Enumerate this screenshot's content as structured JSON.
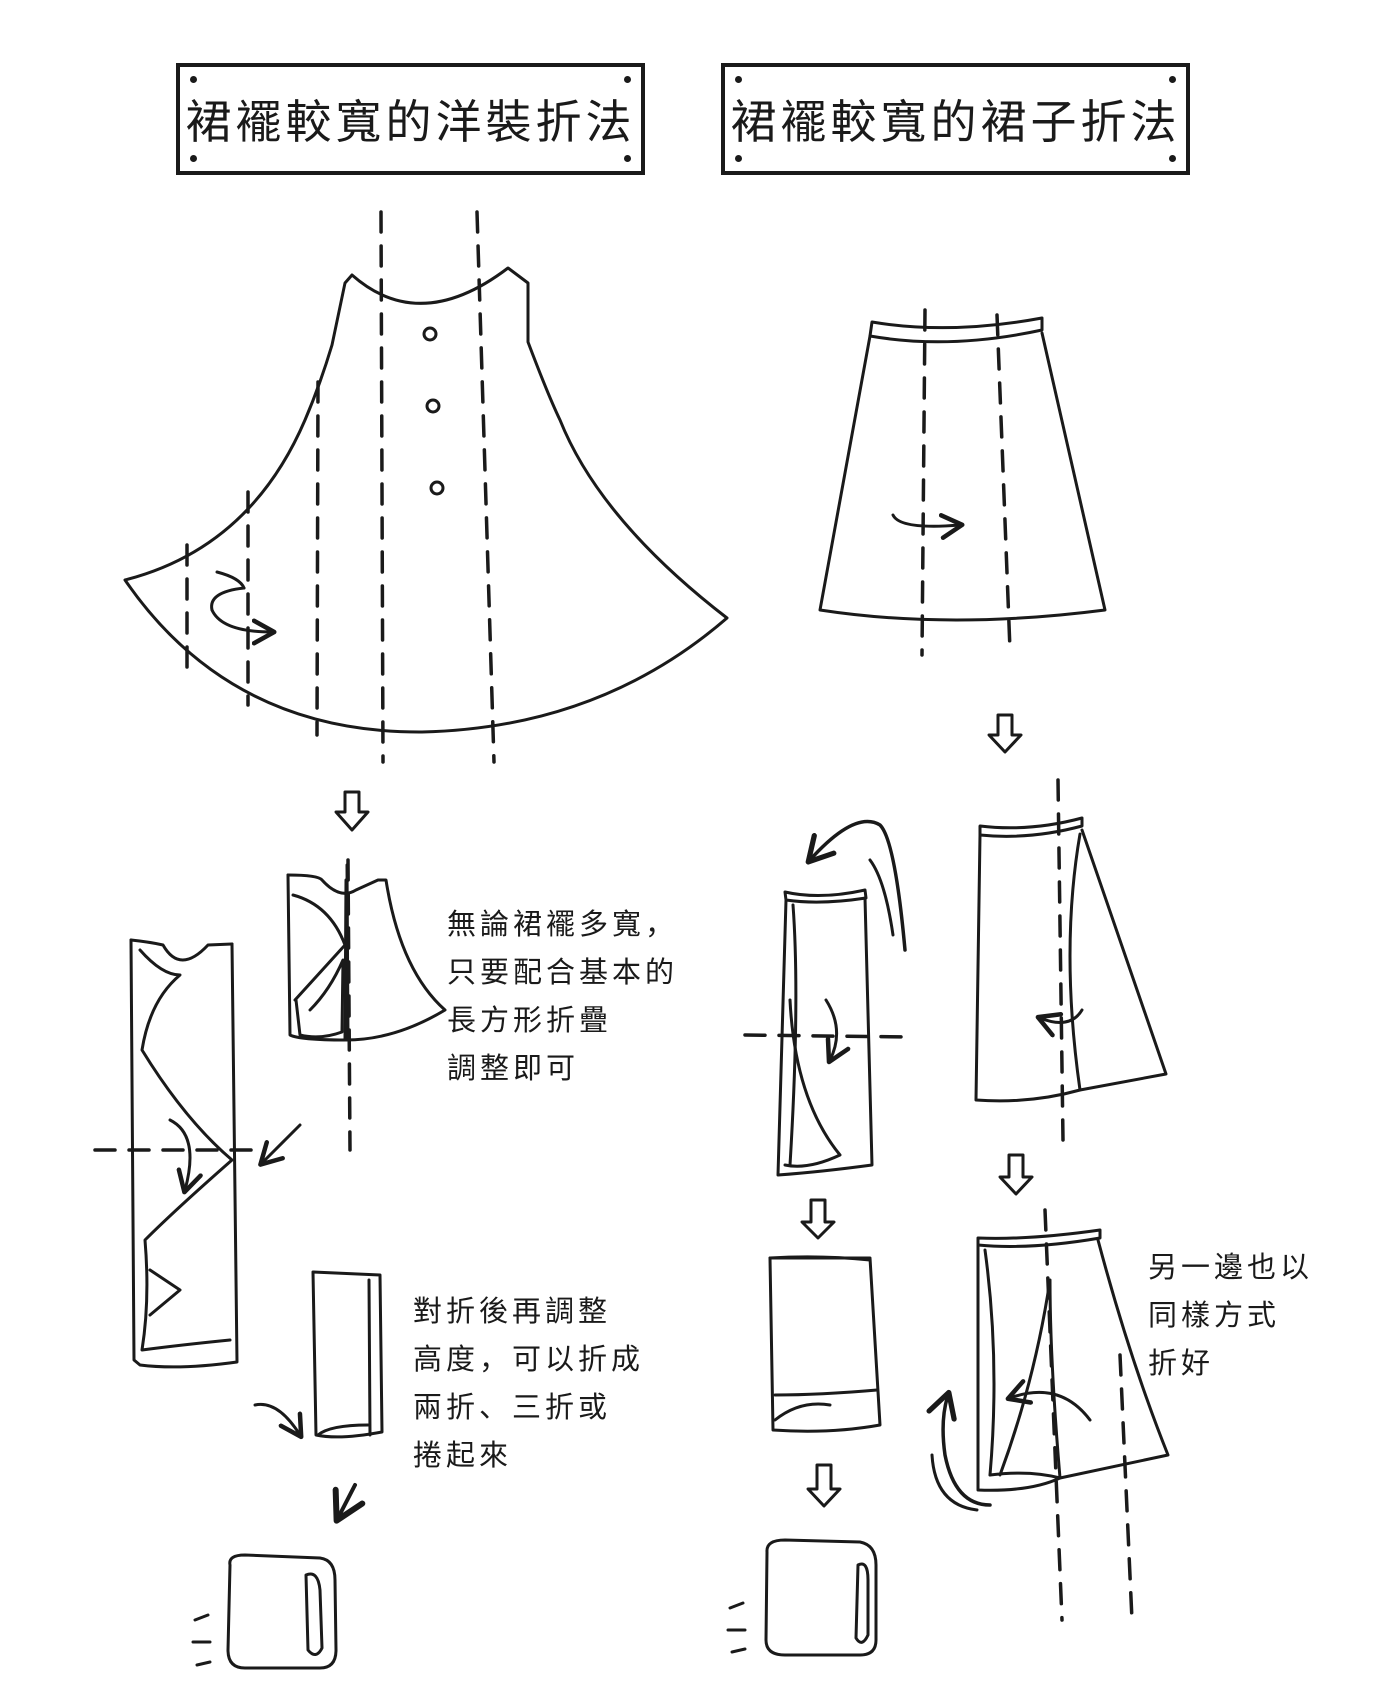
{
  "dress_title": "裙襬較寬的洋裝折法",
  "skirt_title": "裙襬較寬的裙子折法",
  "note_adjust": [
    "無論裙襬多寬，",
    "只要配合基本的",
    "長方形折疊",
    "調整即可"
  ],
  "note_fold": [
    "對折後再調整",
    "高度，可以折成",
    "兩折、三折或",
    "捲起來"
  ],
  "note_other_side": [
    "另一邊也以",
    "同樣方式",
    "折好"
  ]
}
